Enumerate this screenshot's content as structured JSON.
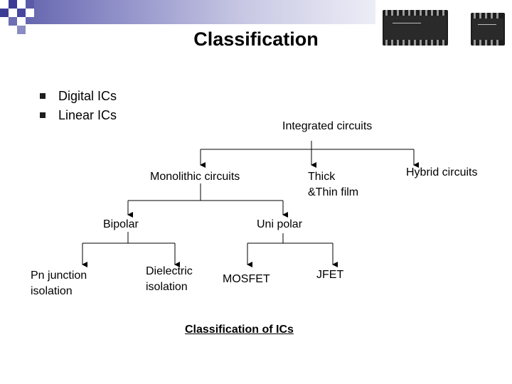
{
  "slide": {
    "title": "Classification",
    "bullets": [
      "Digital ICs",
      "Linear ICs"
    ],
    "colors": {
      "banner": "#8e8ec8",
      "accent": "#5a5aa8"
    }
  },
  "tree": {
    "root": "Integrated circuits",
    "monolithic": "Monolithic circuits",
    "thick_thin": [
      "Thick",
      "&Thin film"
    ],
    "hybrid": "Hybrid circuits",
    "bipolar": "Bipolar",
    "unipolar": "Uni polar",
    "pn_junction": [
      "Pn junction",
      "isolation"
    ],
    "dielectric": [
      "Dielectric",
      "isolation"
    ],
    "mosfet": "MOSFET",
    "jfet": "JFET"
  },
  "caption": "Classification of ICs",
  "images": [
    {
      "icon": "ic-chip-photo"
    },
    {
      "icon": "ic-chip-photo"
    }
  ]
}
